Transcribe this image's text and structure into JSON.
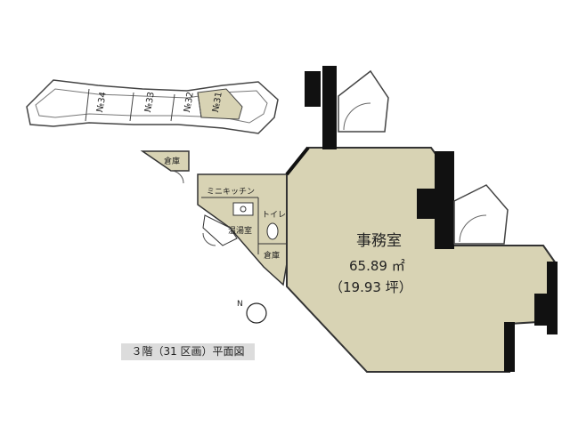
{
  "keyplan": {
    "units": [
      "№34",
      "№33",
      "№32",
      "№31"
    ],
    "highlighted": "№31"
  },
  "rooms": {
    "storage_top": "倉庫",
    "mini_kitchen": "ミニキッチン",
    "toilet": "トイレ",
    "water_heater": "温湯室",
    "storage_bottom": "倉庫",
    "office_name": "事務室",
    "office_area_m2": "65.89 ㎡",
    "office_area_tsubo": "（19.93 坪）"
  },
  "compass": {
    "label": "N"
  },
  "caption": "３階（31 区画）平面図",
  "colors": {
    "floor_fill": "#d8d3b4",
    "wall": "#111111",
    "caption_bg": "#dcdcdc"
  }
}
